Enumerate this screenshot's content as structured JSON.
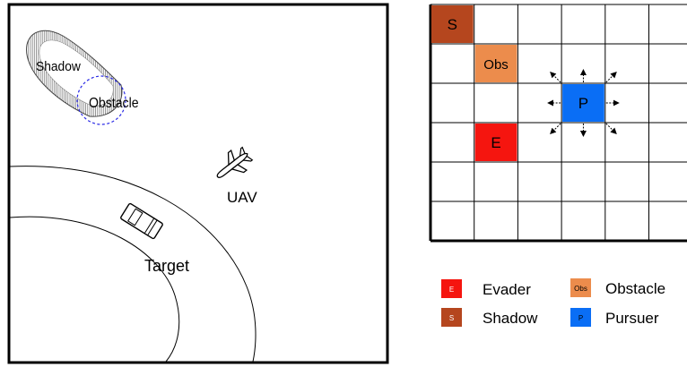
{
  "scene": {
    "labels": {
      "shadow": "Shadow",
      "obstacle": "Obstacle",
      "uav": "UAV",
      "target": "Target"
    }
  },
  "grid": {
    "rows": 6,
    "cols": 6,
    "cells": [
      {
        "type": "shadow",
        "label": "S",
        "row": 0,
        "col": 0
      },
      {
        "type": "obstacle",
        "label": "Obs",
        "row": 1,
        "col": 1
      },
      {
        "type": "pursuer",
        "label": "P",
        "row": 2,
        "col": 3
      },
      {
        "type": "evader",
        "label": "E",
        "row": 3,
        "col": 1
      }
    ]
  },
  "legend": {
    "items": [
      {
        "type": "evader",
        "icon_text": "E",
        "label": "Evader"
      },
      {
        "type": "obstacle",
        "icon_text": "Obs",
        "label": "Obstacle"
      },
      {
        "type": "shadow",
        "icon_text": "S",
        "label": "Shadow"
      },
      {
        "type": "pursuer",
        "icon_text": "P",
        "label": "Pursuer"
      }
    ]
  },
  "colors": {
    "shadow": "#B5461E",
    "obstacle": "#EC8C4C",
    "pursuer": "#0A6EF5",
    "evader": "#F5150F",
    "obstacle_outline": "#2A2AE6"
  }
}
